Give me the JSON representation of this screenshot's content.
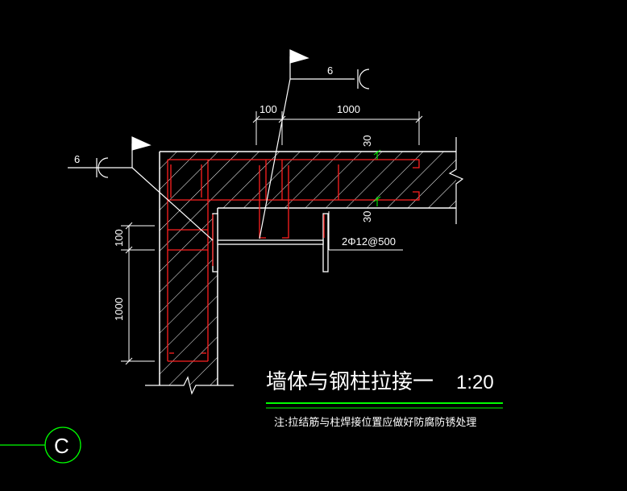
{
  "drawing": {
    "title": "墙体与钢柱拉接一",
    "scale": "1:20",
    "note": "注:拉结筋与柱焊接位置应做好防腐防锈处理",
    "grid_axis": "C",
    "weld_symbols": [
      {
        "size": "6"
      },
      {
        "size": "6"
      }
    ],
    "dimensions": {
      "top_short": "100",
      "top_long": "1000",
      "cover_top": "30",
      "cover_bottom": "30",
      "left_short": "100",
      "left_long": "1000"
    },
    "rebar_label": "2Φ12@500",
    "colors": {
      "background": "#000000",
      "wall_outline": "#ffffff",
      "rebar": "#ff2020",
      "dimension": "#ffffff",
      "grid_line": "#00ff00",
      "hatch": "#ffffff"
    }
  }
}
